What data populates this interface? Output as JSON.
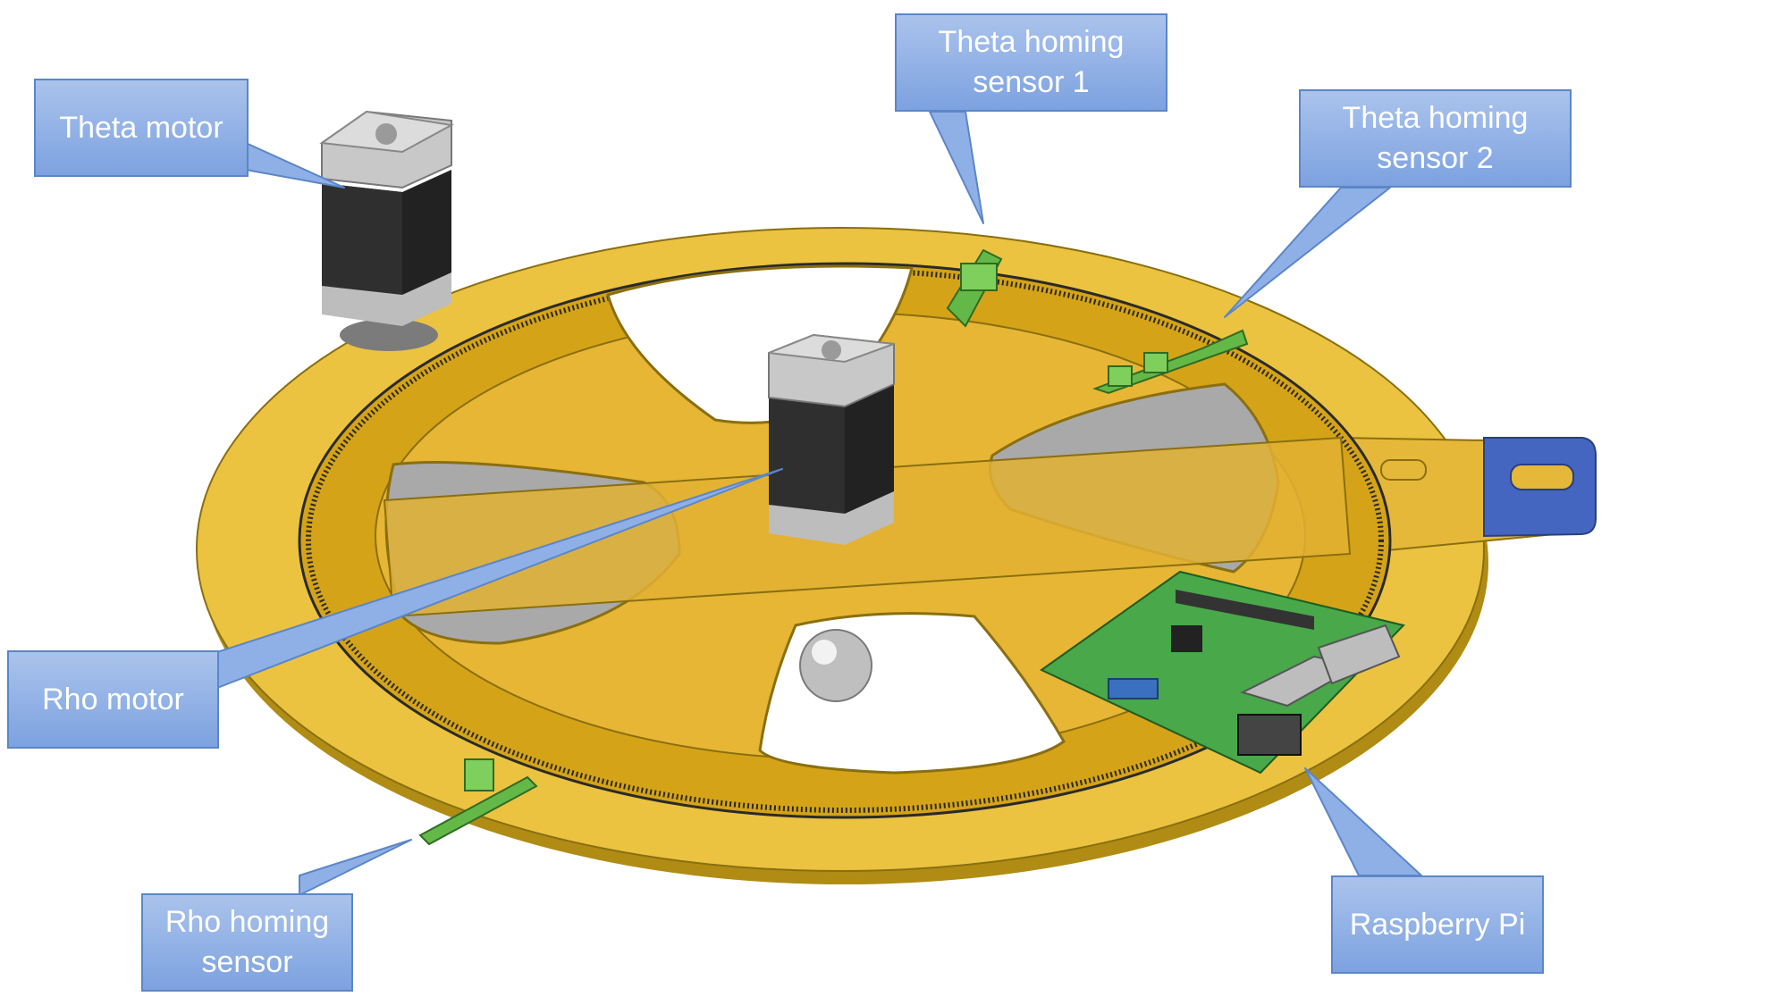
{
  "callouts": {
    "theta_motor": "Theta motor",
    "theta_homing_sensor_1": "Theta homing\nsensor 1",
    "theta_homing_sensor_2": "Theta homing\nsensor 2",
    "rho_motor": "Rho motor",
    "rho_homing_sensor": "Rho homing\nsensor",
    "raspberry_pi": "Raspberry Pi"
  },
  "colors": {
    "base_plate": "#e8c23a",
    "gear_ring": "#d9a91a",
    "cutouts": "#a9a9a9",
    "sensors": "#6fbf4a",
    "arm_end": "#3c5fb0",
    "pcb": "#4fae4a",
    "callout_fill": "#8fb0e6",
    "callout_text": "#ffffff"
  }
}
